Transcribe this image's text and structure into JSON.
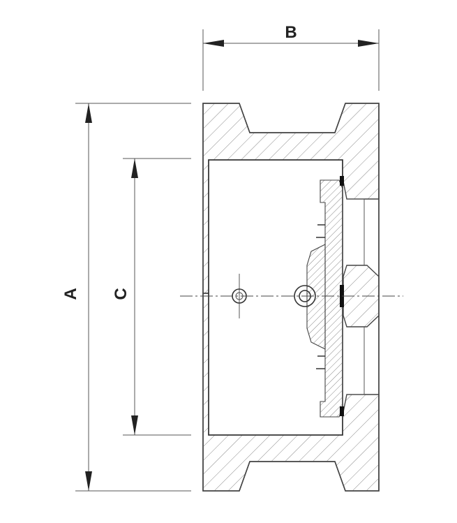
{
  "dimensions": {
    "a_label": "A",
    "b_label": "B",
    "c_label": "C"
  },
  "colors": {
    "line": "#333333",
    "hatch": "#888888",
    "background": "#ffffff"
  }
}
